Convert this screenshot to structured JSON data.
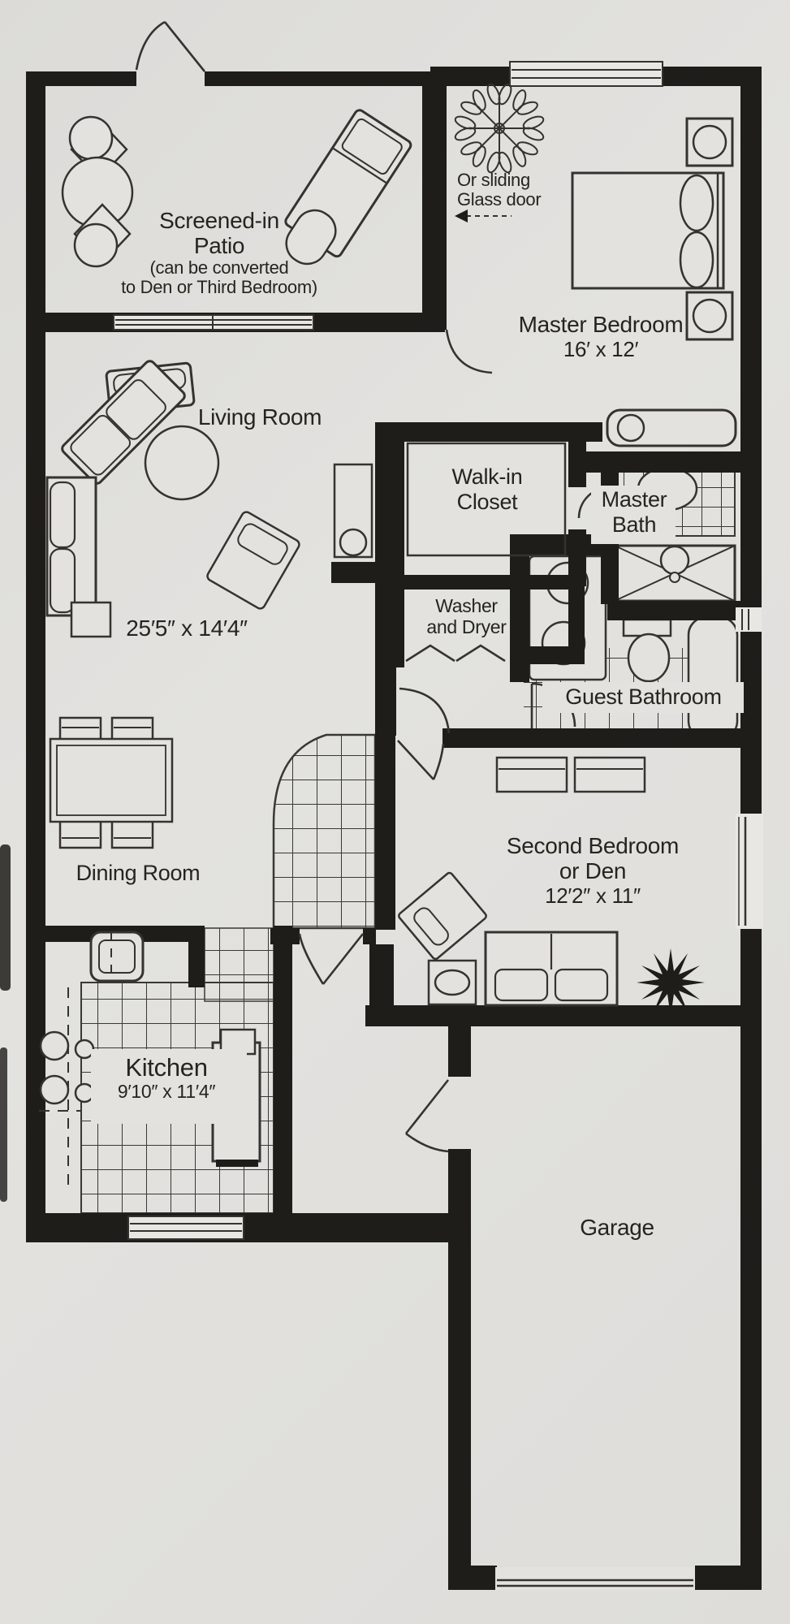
{
  "document": {
    "type": "residential floor plan"
  },
  "colors": {
    "paper": "#e1e0dd",
    "ink": "#1f1d1a",
    "line": "#35332f"
  },
  "rooms": {
    "patio": {
      "name_line1": "Screened-in",
      "name_line2": "Patio",
      "note_line1": "(can be converted",
      "note_line2": "to Den or Third Bedroom)"
    },
    "master_bedroom": {
      "name": "Master Bedroom",
      "dimensions": "16′ x 12′"
    },
    "living_room": {
      "name": "Living Room",
      "dimensions": "25′5″ x 14′4″"
    },
    "walk_in_closet": {
      "name_line1": "Walk-in",
      "name_line2": "Closet"
    },
    "washer_dryer": {
      "name_line1": "Washer",
      "name_line2": "and Dryer"
    },
    "master_bath": {
      "name_line1": "Master",
      "name_line2": "Bath"
    },
    "guest_bathroom": {
      "name": "Guest Bathroom"
    },
    "dining_room": {
      "name": "Dining Room"
    },
    "second_bedroom": {
      "name_line1": "Second Bedroom",
      "name_line2": "or Den",
      "dimensions": "12′2″ x 11″"
    },
    "kitchen": {
      "name": "Kitchen",
      "dimensions": "9′10″ x 11′4″"
    },
    "garage": {
      "name": "Garage"
    }
  },
  "annotations": {
    "sliding_door_note_line1": "Or sliding",
    "sliding_door_note_line2": "Glass door"
  }
}
